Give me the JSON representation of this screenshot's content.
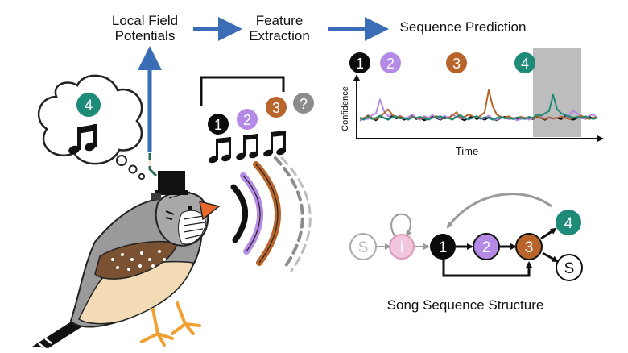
{
  "pipeline": {
    "step1_line1": "Local Field",
    "step1_line2": "Potentials",
    "step2_line1": "Feature",
    "step2_line2": "Extraction",
    "step3": "Sequence Prediction"
  },
  "thought": {
    "syllable": "4"
  },
  "song_bracket": {
    "syllables": [
      "1",
      "2",
      "3",
      "?"
    ]
  },
  "prediction_plot": {
    "markers": [
      "1",
      "2",
      "3",
      "4"
    ],
    "ylabel": "Confidence",
    "xlabel": "Time"
  },
  "sequence_structure": {
    "title": "Song Sequence Structure",
    "nodes": {
      "start": "S",
      "intro": "i",
      "n1": "1",
      "n2": "2",
      "n3": "3",
      "n4": "4",
      "end": "S"
    }
  },
  "colors": {
    "syllable1": "#0b0b0b",
    "syllable2": "#b48ae6",
    "syllable3": "#b8642a",
    "syllable4": "#1e8a78",
    "unknown": "#8c8c8c",
    "pipeline_arrow": "#3a6db5",
    "prediction_window": "#bdbdbd"
  },
  "chart_data": {
    "type": "line",
    "x": [
      0,
      1,
      2,
      3,
      4,
      5,
      6,
      7,
      8,
      9,
      10,
      11,
      12,
      13,
      14,
      15,
      16,
      17,
      18,
      19,
      20,
      21,
      22,
      23,
      24,
      25,
      26,
      27,
      28,
      29,
      30,
      31,
      32,
      33,
      34,
      35,
      36,
      37,
      38,
      39,
      40,
      41,
      42,
      43,
      44,
      45,
      46,
      47,
      48,
      49,
      50,
      51,
      52,
      53,
      54,
      55,
      56,
      57,
      58,
      59
    ],
    "xlabel": "Time",
    "ylabel": "Confidence",
    "ylim": [
      0,
      1
    ],
    "highlight_x_range": [
      43,
      55
    ],
    "series": [
      {
        "name": "1",
        "color": "#0b0b0b",
        "values": [
          0.3,
          0.28,
          0.34,
          0.3,
          0.26,
          0.32,
          0.3,
          0.28,
          0.33,
          0.29,
          0.31,
          0.27,
          0.3,
          0.34,
          0.28,
          0.3,
          0.26,
          0.29,
          0.33,
          0.3,
          0.27,
          0.31,
          0.3,
          0.28,
          0.32,
          0.29,
          0.26,
          0.3,
          0.33,
          0.28,
          0.3,
          0.27,
          0.31,
          0.29,
          0.26,
          0.3,
          0.32,
          0.28,
          0.3,
          0.27,
          0.31,
          0.29,
          0.3,
          0.28,
          0.32,
          0.3,
          0.27,
          0.31,
          0.29,
          0.3,
          0.28,
          0.33,
          0.29,
          0.27,
          0.3,
          0.31,
          0.28,
          0.32,
          0.29,
          0.3
        ]
      },
      {
        "name": "2",
        "color": "#b48ae6",
        "values": [
          0.25,
          0.3,
          0.28,
          0.35,
          0.38,
          0.62,
          0.42,
          0.33,
          0.36,
          0.3,
          0.34,
          0.29,
          0.31,
          0.36,
          0.3,
          0.27,
          0.33,
          0.3,
          0.35,
          0.31,
          0.28,
          0.34,
          0.3,
          0.36,
          0.32,
          0.29,
          0.31,
          0.27,
          0.3,
          0.33,
          0.28,
          0.3,
          0.34,
          0.29,
          0.27,
          0.31,
          0.3,
          0.28,
          0.3,
          0.26,
          0.28,
          0.3,
          0.27,
          0.3,
          0.35,
          0.32,
          0.29,
          0.3,
          0.28,
          0.3,
          0.33,
          0.3,
          0.36,
          0.42,
          0.38,
          0.3,
          0.28,
          0.34,
          0.36,
          0.3
        ]
      },
      {
        "name": "3",
        "color": "#b8642a",
        "values": [
          0.28,
          0.3,
          0.33,
          0.3,
          0.28,
          0.32,
          0.38,
          0.45,
          0.36,
          0.3,
          0.33,
          0.3,
          0.28,
          0.32,
          0.3,
          0.29,
          0.31,
          0.28,
          0.3,
          0.33,
          0.31,
          0.29,
          0.3,
          0.34,
          0.4,
          0.3,
          0.32,
          0.36,
          0.33,
          0.3,
          0.34,
          0.4,
          0.78,
          0.5,
          0.36,
          0.32,
          0.3,
          0.33,
          0.29,
          0.3,
          0.32,
          0.3,
          0.31,
          0.29,
          0.33,
          0.3,
          0.28,
          0.31,
          0.29,
          0.3,
          0.32,
          0.3,
          0.28,
          0.31,
          0.3,
          0.34,
          0.3,
          0.28,
          0.31,
          0.3
        ]
      },
      {
        "name": "4",
        "color": "#1e8a78",
        "values": [
          0.3,
          0.27,
          0.32,
          0.28,
          0.3,
          0.34,
          0.3,
          0.27,
          0.31,
          0.33,
          0.29,
          0.3,
          0.27,
          0.31,
          0.3,
          0.32,
          0.29,
          0.27,
          0.3,
          0.31,
          0.33,
          0.29,
          0.3,
          0.27,
          0.32,
          0.35,
          0.3,
          0.28,
          0.3,
          0.33,
          0.29,
          0.31,
          0.3,
          0.27,
          0.3,
          0.32,
          0.29,
          0.3,
          0.28,
          0.31,
          0.3,
          0.28,
          0.32,
          0.3,
          0.36,
          0.34,
          0.38,
          0.42,
          0.7,
          0.45,
          0.38,
          0.35,
          0.33,
          0.3,
          0.32,
          0.3,
          0.33,
          0.3,
          0.28,
          0.31
        ]
      }
    ]
  }
}
